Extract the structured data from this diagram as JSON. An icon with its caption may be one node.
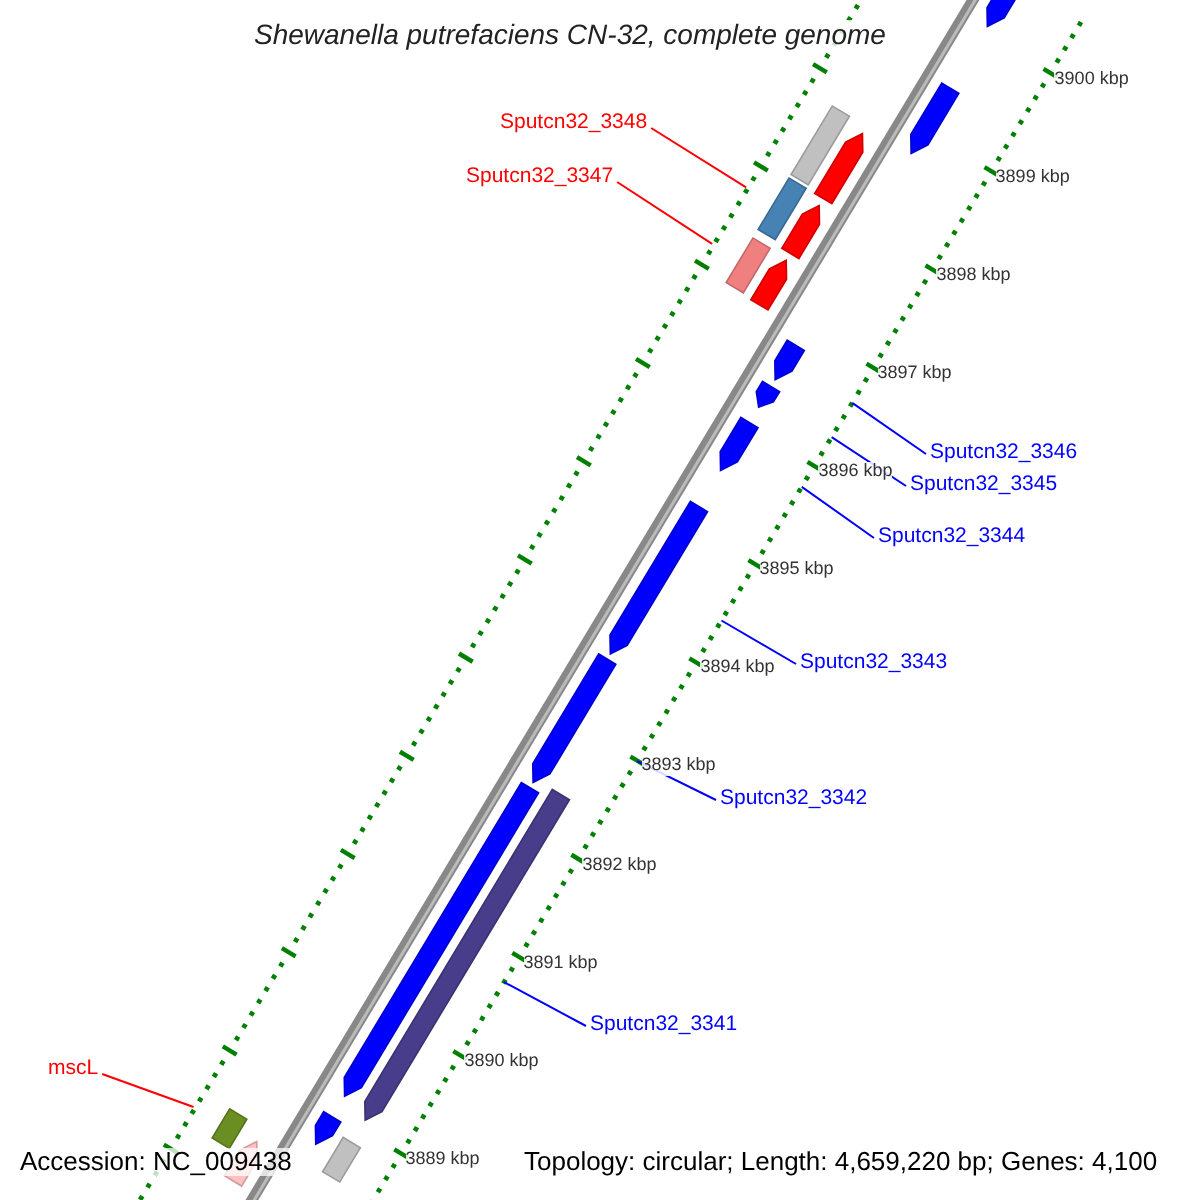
{
  "diagram": {
    "title": "Shewanella putrefaciens CN-32, complete genome",
    "nodes": [
      {
        "text": [
          "Sputcn32_3348"
        ]
      },
      {
        "text": [
          "Sputcn32_3347"
        ]
      },
      {
        "text": [
          "Sputcn32_3346"
        ]
      },
      {
        "text": [
          "Sputcn32_3345"
        ]
      },
      {
        "text": [
          "Sputcn32_3344"
        ]
      },
      {
        "text": [
          "Sputcn32_3343"
        ]
      },
      {
        "text": [
          "Sputcn32_3342"
        ]
      },
      {
        "text": [
          "Sputcn32_3341"
        ]
      },
      {
        "text": [
          "mscL"
        ]
      },
      {
        "text": [],
        "shape": "box"
      },
      {
        "text": [],
        "shape": "box"
      },
      {
        "text": [],
        "shape": "arrow"
      },
      {
        "text": [],
        "shape": "arrow"
      },
      {
        "text": [],
        "shape": "arrow"
      },
      {
        "text": [],
        "shape": "arrow"
      },
      {
        "text": [],
        "shape": "arrow"
      },
      {
        "text": [],
        "shape": "arrow"
      },
      {
        "text": [],
        "shape": "box"
      },
      {
        "text": [],
        "shape": "arrow"
      },
      {
        "text": [],
        "shape": "arrow"
      },
      {
        "text": [],
        "shape": "arrow"
      },
      {
        "text": [],
        "shape": "box"
      },
      {
        "text": [],
        "shape": "arrow"
      },
      {
        "text": [],
        "shape": "arrow"
      },
      {
        "text": [],
        "shape": "arrow"
      },
      {
        "text": [],
        "shape": "arrow"
      },
      {
        "text": [],
        "shape": "box"
      },
      {
        "text": [],
        "shape": "arrow"
      }
    ],
    "edges": [
      {
        "from": 0,
        "to": 9,
        "arrow": "none",
        "color": "#ff0000"
      },
      {
        "from": 1,
        "to": 10,
        "arrow": "none",
        "color": "#ff0000"
      },
      {
        "from": 2,
        "to": 11,
        "arrow": "none"
      },
      {
        "from": 3,
        "to": 12,
        "arrow": "none"
      },
      {
        "from": 4,
        "to": 13,
        "arrow": "none"
      },
      {
        "from": 5,
        "to": 14,
        "arrow": "none"
      },
      {
        "from": 6,
        "to": 15,
        "arrow": "none"
      },
      {
        "from": 7,
        "to": 16,
        "arrow": "none"
      },
      {
        "from": 8,
        "to": 17,
        "arrow": "none",
        "color": "#ff0000"
      }
    ],
    "labels": [
      "3900 kbp",
      "3899 kbp",
      "3898 kbp",
      "3897 kbp",
      "3896 kbp",
      "3895 kbp",
      "3894 kbp",
      "3893 kbp",
      "3892 kbp",
      "3891 kbp",
      "3890 kbp",
      "3889 kbp",
      "Accession: NC_009438",
      "Topology: circular; Length: 4,659,220 bp; Genes: 4,100"
    ]
  }
}
